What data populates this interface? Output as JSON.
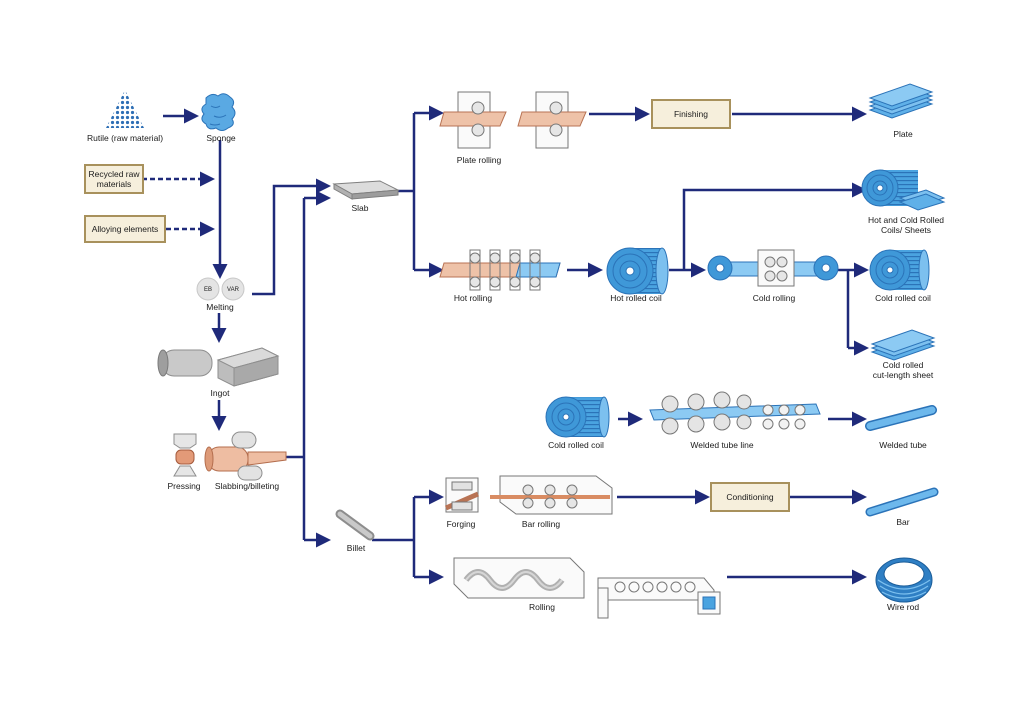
{
  "colors": {
    "arrow": "#1f2a7a",
    "box_fill": "#f6efdc",
    "box_border": "#a8915c",
    "blue": "#4aa3e0",
    "copper": "#e9b89a",
    "gray": "#bdbdbd"
  },
  "labels": {
    "rutile": "Rutile (raw material)",
    "sponge": "Sponge",
    "recycled_line1": "Recycled raw",
    "recycled_line2": "materials",
    "alloying": "Alloying elements",
    "eb": "EB",
    "var": "VAR",
    "melting": "Melting",
    "ingot": "Ingot",
    "pressing": "Pressing",
    "slabbing": "Slabbing/billeting",
    "slab": "Slab",
    "billet": "Billet",
    "plate_rolling": "Plate rolling",
    "finishing": "Finishing",
    "plate": "Plate",
    "hot_cold_line1": "Hot and Cold Rolled",
    "hot_cold_line2": "Coils/ Sheets",
    "hot_rolling": "Hot rolling",
    "hot_rolled_coil": "Hot rolled coil",
    "cold_rolling": "Cold rolling",
    "cold_rolled_coil_right": "Cold rolled coil",
    "cut_sheet_line1": "Cold rolled",
    "cut_sheet_line2": "cut-length sheet",
    "cold_rolled_coil_left": "Cold rolled coil",
    "welded_tube_line": "Welded tube line",
    "welded_tube": "Welded tube",
    "forging": "Forging",
    "bar_rolling": "Bar rolling",
    "conditioning": "Conditioning",
    "bar": "Bar",
    "rolling": "Rolling",
    "wire_rod": "Wire rod"
  }
}
